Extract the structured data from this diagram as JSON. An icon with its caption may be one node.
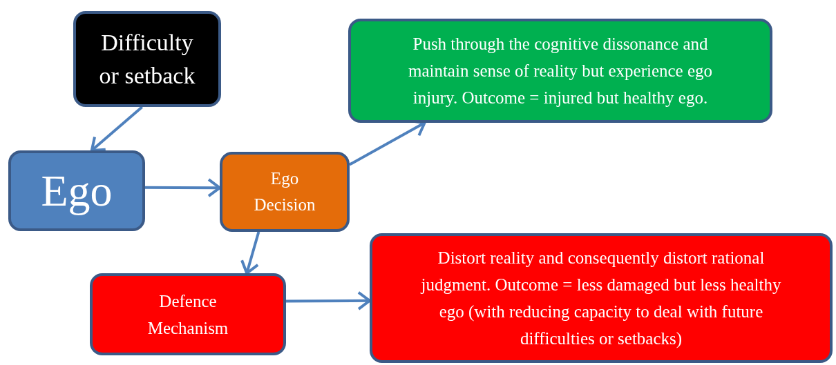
{
  "diagram": {
    "nodes": [
      {
        "text": [
          "Difficulty or setback"
        ]
      },
      {
        "text": [
          "Ego"
        ]
      },
      {
        "text": [
          "Ego Decision"
        ]
      },
      {
        "text": [
          "Push through the cognitive dissonance and maintain sense of reality but experience ego injury. Outcome = injured but healthy ego."
        ]
      },
      {
        "text": [
          "Defence Mechanism"
        ]
      },
      {
        "text": [
          "Distort reality and consequently distort rational judgment. Outcome = less damaged but less healthy ego (with reducing capacity to deal with future difficulties or setbacks)"
        ]
      }
    ],
    "edges": [
      {
        "from": 0,
        "to": 1,
        "arrow": "to"
      },
      {
        "from": 1,
        "to": 2,
        "arrow": "to"
      },
      {
        "from": 2,
        "to": 3,
        "arrow": "to"
      },
      {
        "from": 2,
        "to": 4,
        "arrow": "to"
      },
      {
        "from": 4,
        "to": 5,
        "arrow": "to"
      }
    ]
  }
}
